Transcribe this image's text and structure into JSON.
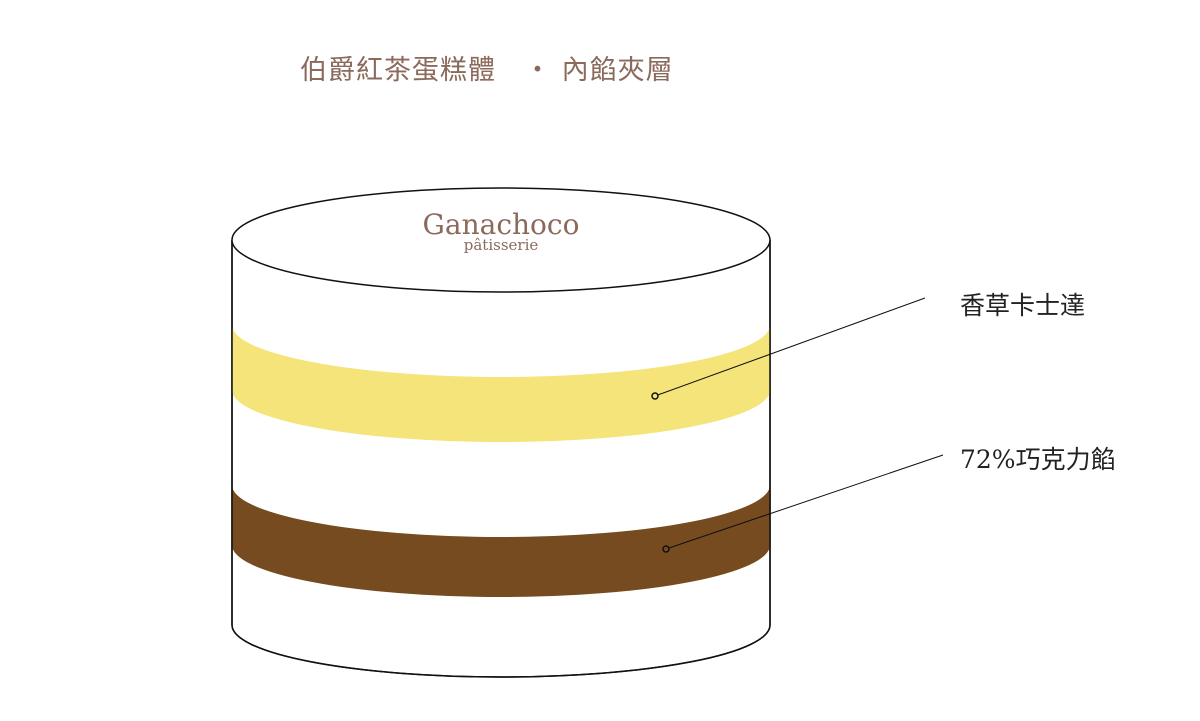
{
  "title": "伯爵紅茶蛋糕體　・ 內餡夾層",
  "brand": {
    "name": "Ganachoco",
    "sub": "pâtisserie"
  },
  "layers": [
    {
      "label": "香草卡士達",
      "color": "#f4e47a"
    },
    {
      "label": "72%巧克力餡",
      "color": "#754b1f"
    }
  ]
}
